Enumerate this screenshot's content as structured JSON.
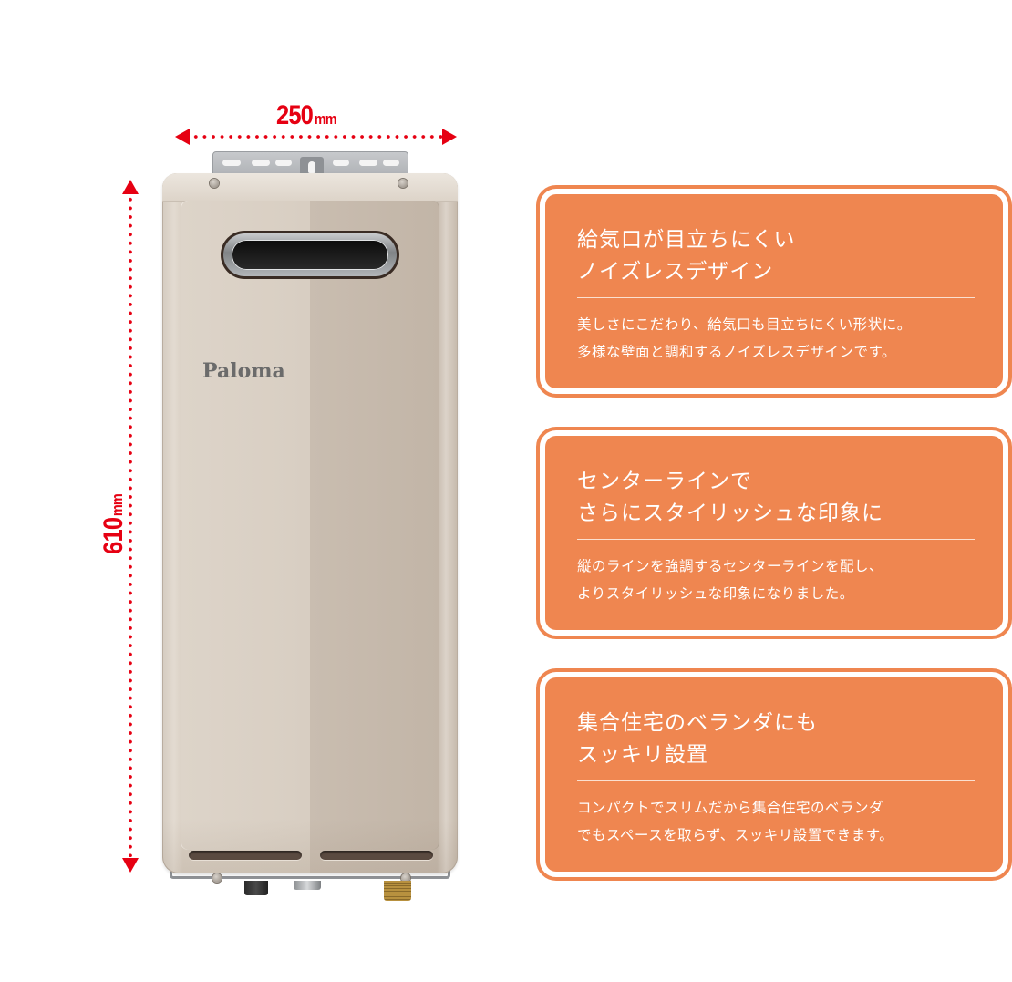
{
  "dimensions": {
    "width": {
      "value": "250",
      "unit": "mm"
    },
    "height": {
      "value": "610",
      "unit": "mm"
    },
    "color": "#e60012"
  },
  "product": {
    "brand_logo": "Paloma"
  },
  "features": [
    {
      "title_lines": [
        "給気口が目立ちにくい",
        "ノイズレスデザイン"
      ],
      "body_lines": [
        "美しさにこだわり、給気口も目立ちにくい形状に。",
        "多様な壁面と調和するノイズレスデザインです。"
      ]
    },
    {
      "title_lines": [
        "センターラインで",
        "さらにスタイリッシュな印象に"
      ],
      "body_lines": [
        "縦のラインを強調するセンターラインを配し、",
        "よりスタイリッシュな印象になりました。"
      ]
    },
    {
      "title_lines": [
        "集合住宅のベランダにも",
        "スッキリ設置"
      ],
      "body_lines": [
        "コンパクトでスリムだから集合住宅のベランダ",
        "でもスペースを取らず、スッキリ設置できます。"
      ]
    }
  ],
  "colors": {
    "card_orange": "#ef8650",
    "dimension_red": "#e60012",
    "body_beige": "#d6ccbf"
  }
}
